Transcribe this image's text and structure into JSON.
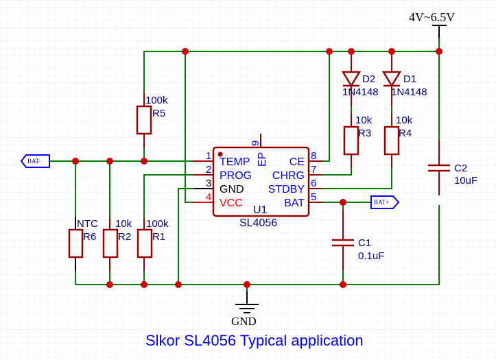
{
  "title": "Slkor SL4056 Typical application",
  "power": {
    "supply_label": "4V~6.5V",
    "ground_label": "GND"
  },
  "ports": {
    "bat_minus": "BAT-",
    "bat_plus": "BAT+"
  },
  "ic": {
    "designator": "U1",
    "part": "SL4056",
    "pins_left": [
      {
        "num": "1",
        "name": "TEMP",
        "color": "#0000ff"
      },
      {
        "num": "2",
        "name": "PROG",
        "color": "#0000ff"
      },
      {
        "num": "3",
        "name": "GND",
        "color": "#000000"
      },
      {
        "num": "4",
        "name": "VCC",
        "color": "#ff0000"
      }
    ],
    "pins_right": [
      {
        "num": "8",
        "name": "CE"
      },
      {
        "num": "7",
        "name": "CHRG"
      },
      {
        "num": "6",
        "name": "STDBY"
      },
      {
        "num": "5",
        "name": "BAT"
      }
    ],
    "pin_top": {
      "num": "9",
      "name": "EP"
    }
  },
  "components": {
    "R1": {
      "designator": "R1",
      "value": "100k"
    },
    "R2": {
      "designator": "R2",
      "value": "10k"
    },
    "R3": {
      "designator": "R3",
      "value": "10k"
    },
    "R4": {
      "designator": "R4",
      "value": "10k"
    },
    "R5": {
      "designator": "R5",
      "value": "100k"
    },
    "R6": {
      "designator": "R6",
      "value": "NTC"
    },
    "C1": {
      "designator": "C1",
      "value": "0.1uF"
    },
    "C2": {
      "designator": "C2",
      "value": "10uF"
    },
    "D1": {
      "designator": "D1",
      "value": "1N4148"
    },
    "D2": {
      "designator": "D2",
      "value": "1N4148"
    }
  },
  "colors": {
    "wire": "#008000",
    "component": "#990000",
    "junction": "#cc0000",
    "label": "#000080",
    "pin_text": "#0000ff",
    "grid": "#ececec"
  }
}
